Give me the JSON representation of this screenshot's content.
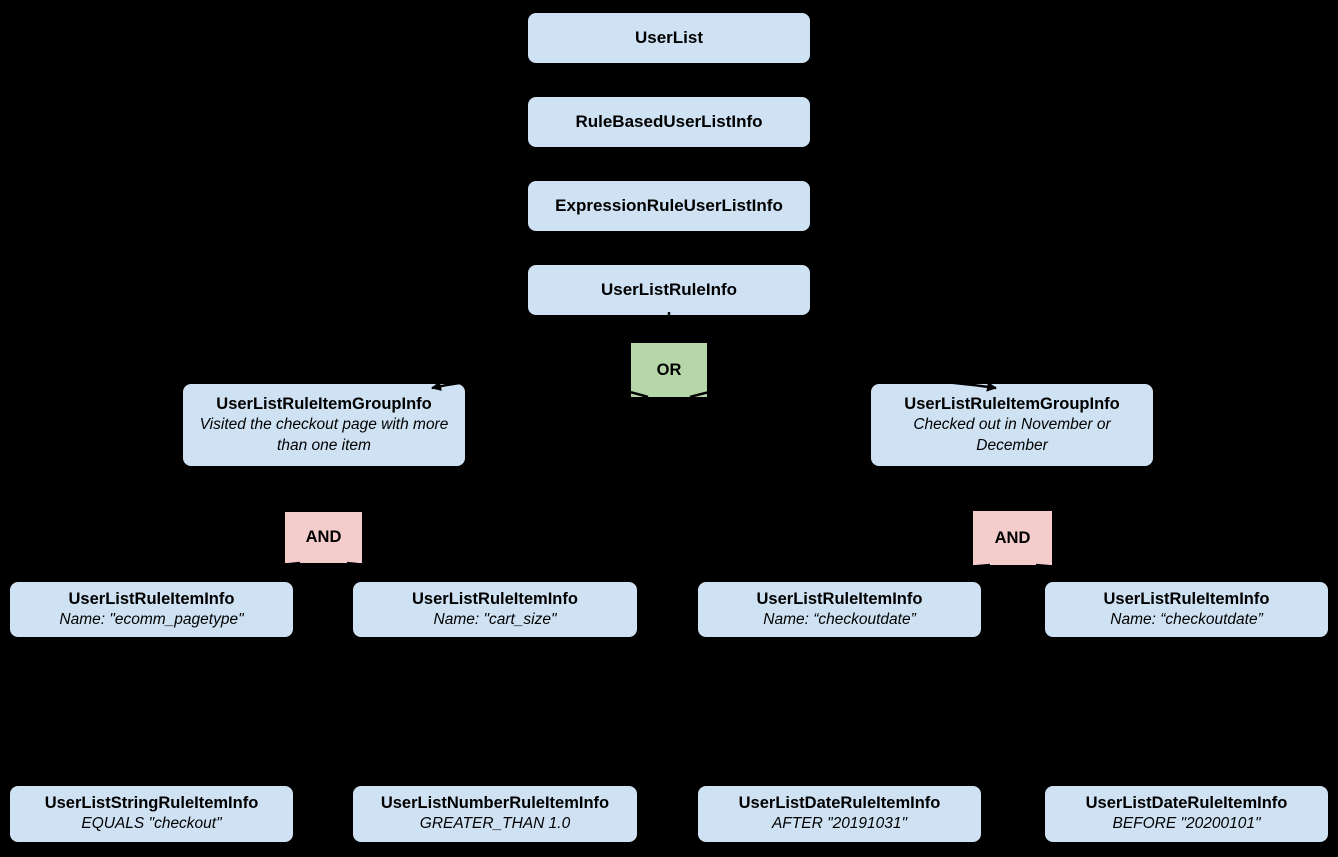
{
  "colors": {
    "background": "#000000",
    "node_fill": "#cfe2f3",
    "or_fill": "#b6d7a8",
    "and_fill": "#f4cccc",
    "text": "#000000"
  },
  "chain": [
    {
      "label": "UserList"
    },
    {
      "label": "RuleBasedUserListInfo"
    },
    {
      "label": "ExpressionRuleUserListInfo"
    },
    {
      "label": "UserListRuleInfo"
    }
  ],
  "operators": {
    "or": "OR",
    "and_left": "AND",
    "and_right": "AND"
  },
  "groups": [
    {
      "title": "UserListRuleItemGroupInfo",
      "caption": "Visited the checkout page with more than one item"
    },
    {
      "title": "UserListRuleItemGroupInfo",
      "caption": "Checked out in November or December"
    }
  ],
  "rule_items": [
    {
      "title": "UserListRuleItemInfo",
      "caption": "Name: \"ecomm_pagetype\""
    },
    {
      "title": "UserListRuleItemInfo",
      "caption": "Name: \"cart_size\""
    },
    {
      "title": "UserListRuleItemInfo",
      "caption": "Name: “checkoutdate”"
    },
    {
      "title": "UserListRuleItemInfo",
      "caption": "Name: “checkoutdate”"
    }
  ],
  "leaf_items": [
    {
      "title": "UserListStringRuleItemInfo",
      "caption": "EQUALS \"checkout\""
    },
    {
      "title": "UserListNumberRuleItemInfo",
      "caption": "GREATER_THAN 1.0"
    },
    {
      "title": "UserListDateRuleItemInfo",
      "caption": "AFTER \"20191031\""
    },
    {
      "title": "UserListDateRuleItemInfo",
      "caption": "BEFORE \"20200101\""
    }
  ]
}
